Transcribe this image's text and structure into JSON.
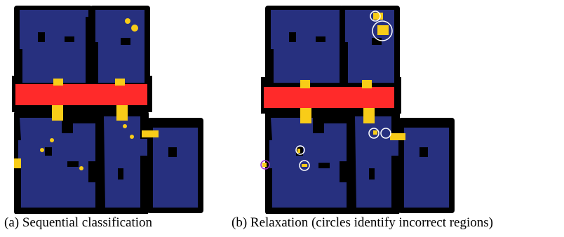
{
  "figure": {
    "panels": [
      {
        "id": "a",
        "caption": "(a) Sequential classification"
      },
      {
        "id": "b",
        "caption": "(b) Relaxation (circles identify incorrect regions)"
      }
    ],
    "colors": {
      "room": "#27307f",
      "corridor": "#ff2a2a",
      "doorway": "#f8cc18",
      "wall": "#000000",
      "circle": "#ffffff",
      "circle_purple": "#9b30c8"
    }
  }
}
